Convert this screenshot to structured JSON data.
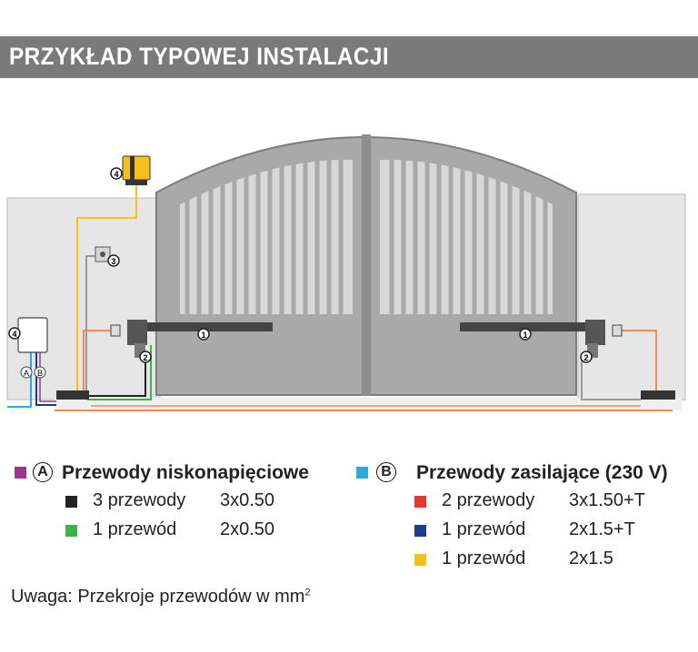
{
  "title": "PRZYKŁAD TYPOWEJ INSTALACJI",
  "colors": {
    "magenta": "#a0338f",
    "cyan": "#29abe2",
    "black": "#222222",
    "green": "#3bb44a",
    "red": "#e03a2f",
    "navy": "#1f3a8a",
    "yellow": "#f6bf1e",
    "orange_wire": "#f08a5d"
  },
  "diagram": {
    "markers": [
      "1",
      "1",
      "2",
      "2",
      "3",
      "4"
    ],
    "mini_labels": [
      "A",
      "B"
    ]
  },
  "legend": {
    "a": {
      "letter": "A",
      "header": "Przewody niskonapięciowe",
      "rows": [
        {
          "swatch": "#222222",
          "label": "3 przewody",
          "value": "3x0.50"
        },
        {
          "swatch": "#3bb44a",
          "label": "1 przewód",
          "value": "2x0.50"
        }
      ]
    },
    "b": {
      "letter": "B",
      "header": "Przewody zasilające (230 V)",
      "rows": [
        {
          "swatch": "#e03a2f",
          "label": "2 przewody",
          "value": "3x1.50+T"
        },
        {
          "swatch": "#1f3a8a",
          "label": "1 przewód",
          "value": "2x1.5+T"
        },
        {
          "swatch": "#f6bf1e",
          "label": "1 przewód",
          "value": "2x1.5"
        }
      ]
    }
  },
  "note": {
    "text": "Uwaga: Przekroje przewodów w mm",
    "superscript": "2"
  }
}
